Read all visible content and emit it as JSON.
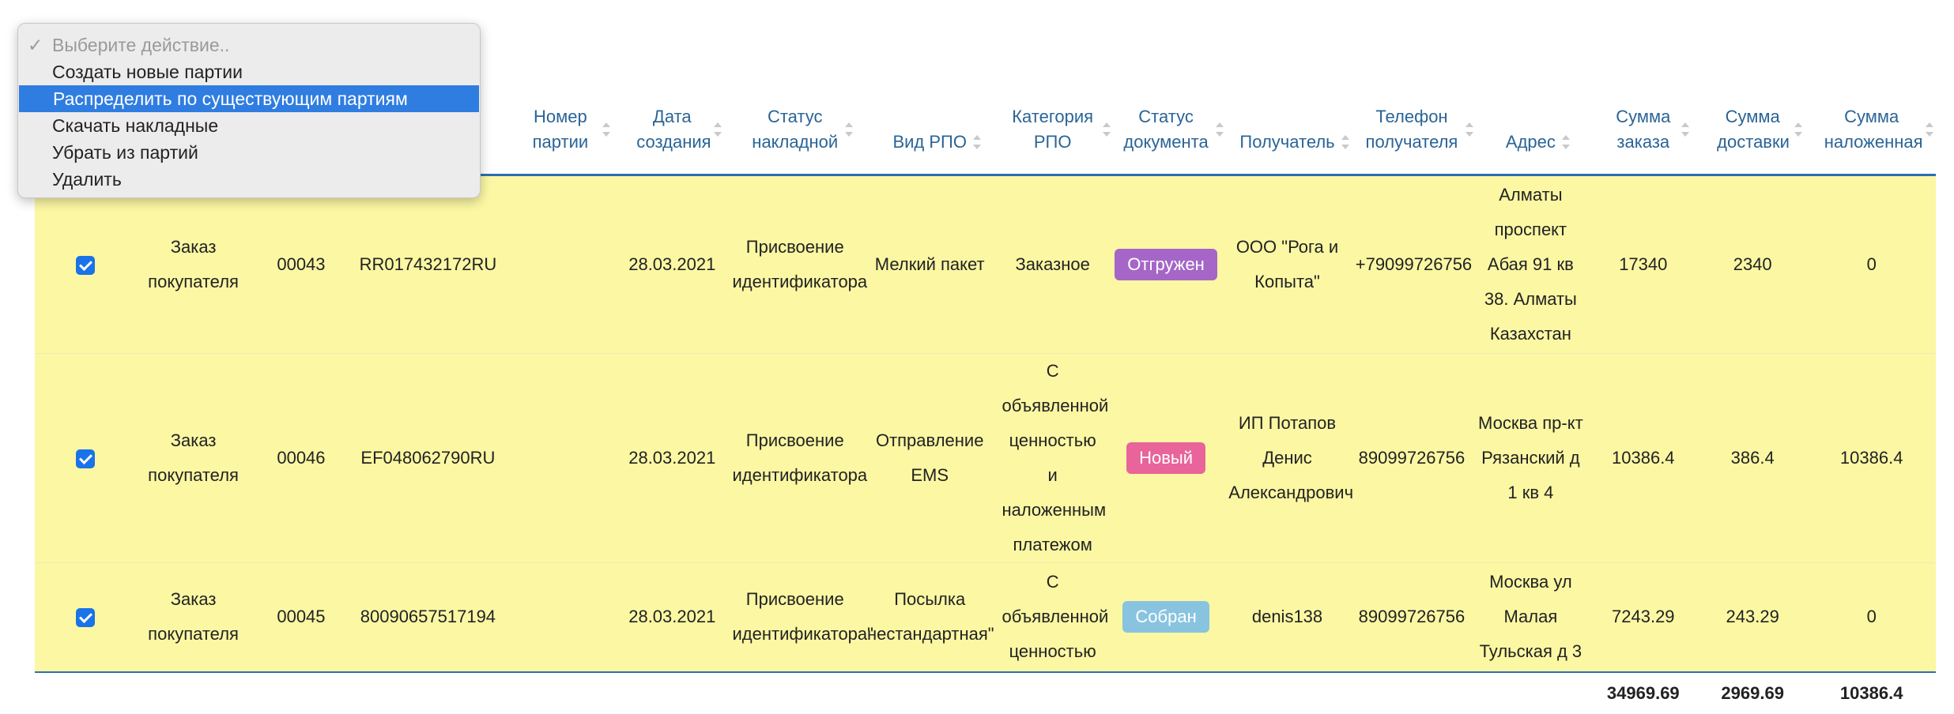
{
  "dropdown": {
    "placeholder": "Выберите действие..",
    "items": [
      "Создать новые партии",
      "Распределить по существующим партиям",
      "Скачать накладные",
      "Убрать из партий",
      "Удалить"
    ],
    "selected_index": 1
  },
  "headers": {
    "batch_number": "Номер партии",
    "created_date": "Дата создания",
    "invoice_status": "Статус накладной",
    "rpo_type": "Вид РПО",
    "rpo_category": "Категория РПО",
    "doc_status": "Статус документа",
    "recipient": "Получатель",
    "recipient_phone": "Телефон получателя",
    "address": "Адрес",
    "order_sum": "Сумма заказа",
    "delivery_sum": "Сумма доставки",
    "cod_sum": "Сумма наложенная"
  },
  "rows": [
    {
      "checked": true,
      "doc_type": "Заказ покупателя",
      "number": "00043",
      "tracking": "RR017432172RU",
      "batch": "",
      "date": "28.03.2021",
      "invoice_status": "Присвоение идентификатора",
      "rpo_type": "Мелкий пакет",
      "rpo_category": "Заказное",
      "doc_status": "Отгружен",
      "doc_status_color": "#a566c8",
      "recipient": "ООО \"Рога и Копыта\"",
      "phone": "+79099726756",
      "address": "Алматы проспект Абая 91 кв 38. Алматы Казахстан",
      "order_sum": "17340",
      "delivery_sum": "2340",
      "cod_sum": "0"
    },
    {
      "checked": true,
      "doc_type": "Заказ покупателя",
      "number": "00046",
      "tracking": "EF048062790RU",
      "batch": "",
      "date": "28.03.2021",
      "invoice_status": "Присвоение идентификатора",
      "rpo_type": "Отправление EMS",
      "rpo_category": "С объявленной ценностью и наложенным платежом",
      "doc_status": "Новый",
      "doc_status_color": "#e8649a",
      "recipient": "ИП Потапов Денис Александрович",
      "phone": "89099726756",
      "address": "Москва пр-кт Рязанский д 1 кв 4",
      "order_sum": "10386.4",
      "delivery_sum": "386.4",
      "cod_sum": "10386.4"
    },
    {
      "checked": true,
      "doc_type": "Заказ покупателя",
      "number": "00045",
      "tracking": "80090657517194",
      "batch": "",
      "date": "28.03.2021",
      "invoice_status": "Присвоение идентификатора\"",
      "rpo_type": "Посылка нестандартная\"",
      "rpo_category": "С объявленной ценностью",
      "doc_status": "Собран",
      "doc_status_color": "#88c4e0",
      "recipient": "denis138",
      "phone": "89099726756",
      "address": "Москва ул Малая Тульская д 3",
      "order_sum": "7243.29",
      "delivery_sum": "243.29",
      "cod_sum": "0"
    }
  ],
  "totals": {
    "order_sum": "34969.69",
    "delivery_sum": "2969.69",
    "cod_sum": "10386.4"
  }
}
